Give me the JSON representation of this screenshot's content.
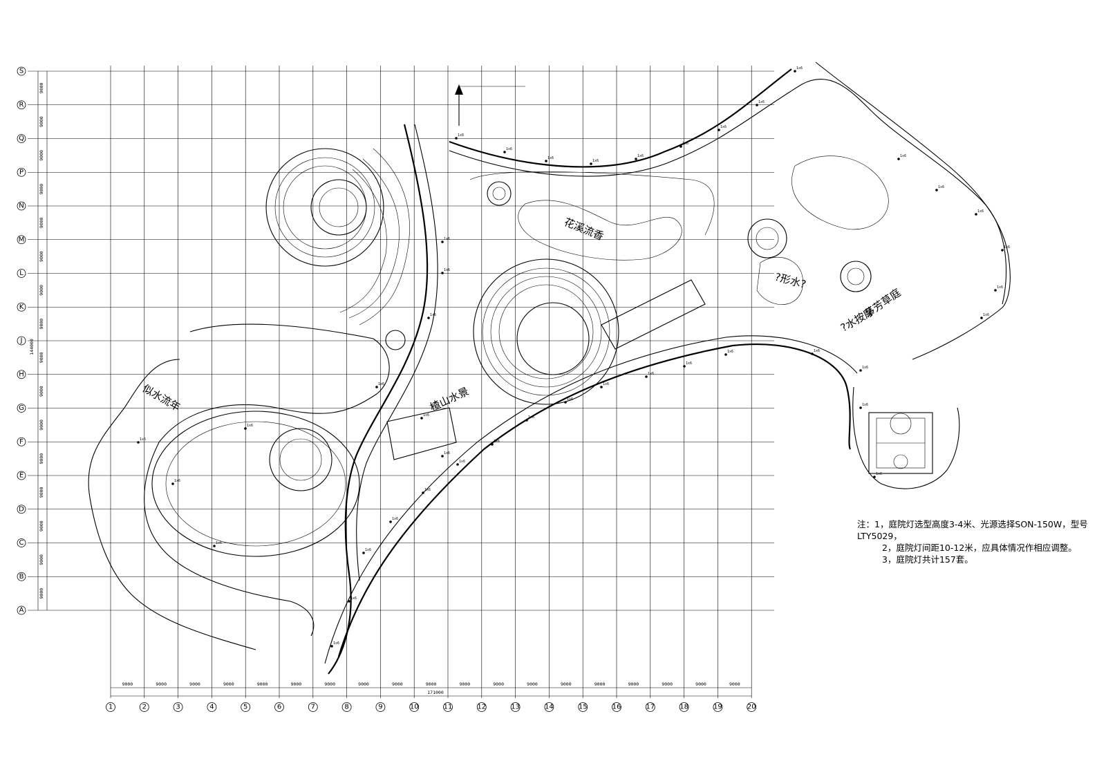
{
  "drawing": {
    "row_labels": [
      "S",
      "R",
      "Q",
      "P",
      "N",
      "M",
      "L",
      "K",
      "J",
      "H",
      "G",
      "F",
      "E",
      "D",
      "C",
      "B",
      "A"
    ],
    "column_labels": [
      "1",
      "2",
      "3",
      "4",
      "5",
      "6",
      "7",
      "8",
      "9",
      "10",
      "11",
      "12",
      "13",
      "14",
      "15",
      "16",
      "17",
      "18",
      "19",
      "20"
    ],
    "row_spacing_labels": [
      "9000",
      "9000",
      "9000",
      "9000",
      "9000",
      "9000",
      "9000",
      "9000",
      "9000",
      "9000",
      "9000",
      "9000",
      "9000",
      "9000",
      "9000",
      "9000"
    ],
    "column_spacing_labels": [
      "9000",
      "9000",
      "9000",
      "9000",
      "9000",
      "9000",
      "9000",
      "9000",
      "9000",
      "9000",
      "9000",
      "9000",
      "9000",
      "9000",
      "9000",
      "9000",
      "9000",
      "9000",
      "9000"
    ],
    "total_width_label": "171000",
    "total_height_label": "144000",
    "north_arrow_note": ""
  },
  "zones": {
    "sishui": "似水流年",
    "jiashan": "楂山水景",
    "huaxi": "花溪流香",
    "fangcao": "茅芳草庭",
    "xingshui": "?形水?",
    "shuianmo": "?水按摩"
  },
  "lamps": {
    "label": "1x6"
  },
  "notes": {
    "prefix": "注：",
    "items": [
      "1，庭院灯选型高度3-4米、光源选择SON-150W，型号",
      "LTY5029，",
      "2，庭院灯间距10-12米，应具体情况作相应调整。",
      "3，庭院灯共计157套。"
    ]
  }
}
